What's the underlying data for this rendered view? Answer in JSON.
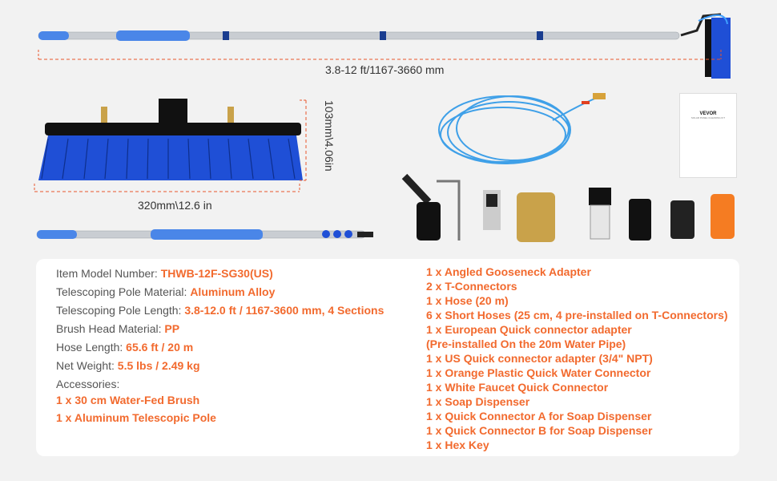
{
  "dimensions": {
    "pole_length": "3.8-12 ft/1167-3660 mm",
    "brush_width": "320mm\\12.6 in",
    "brush_height": "103mm\\4.06in"
  },
  "card": {
    "brand": "VEVOR",
    "subtitle": "SOLAR PANEL CLEANING KIT"
  },
  "specs": [
    {
      "label": "Item Model Number: ",
      "value": "THWB-12F-SG30(US)"
    },
    {
      "label": "Telescoping Pole Material: ",
      "value": "Aluminum Alloy"
    },
    {
      "label": "Telescoping Pole Length: ",
      "value": "3.8-12.0 ft / 1167-3600 mm, 4 Sections"
    },
    {
      "label": "Brush Head Material: ",
      "value": "PP"
    },
    {
      "label": "Hose Length:  ",
      "value": "65.6 ft / 20 m"
    },
    {
      "label": "Net Weight: ",
      "value": "5.5 lbs / 2.49 kg"
    }
  ],
  "accessories_label": "Accessories:",
  "accessories_left": [
    "1 x 30 cm Water-Fed Brush",
    "1 x Aluminum Telescopic Pole"
  ],
  "accessories_right": [
    "1 x Angled Gooseneck Adapter",
    "2 x T-Connectors",
    "1 x Hose (20 m)",
    "6 x Short Hoses (25 cm, 4 pre-installed on T-Connectors)",
    "1 x European Quick connector adapter",
    "(Pre-installed On the 20m Water Pipe)",
    "1 x US Quick connector adapter  (3/4\" NPT)",
    "1 x Orange Plastic Quick Water Connector",
    "1 x White Faucet Quick Connector",
    "1 x Soap Dispenser",
    "1 x Quick Connector A for Soap Dispenser",
    "1 x Quick Connector B for Soap Dispenser",
    "1 x Hex Key"
  ],
  "colors": {
    "accent": "#f26a2e",
    "brush_blue": "#1f4fd6",
    "grip_blue": "#4a86e8",
    "panel": "#ffffff",
    "background": "#f2f2f2"
  }
}
